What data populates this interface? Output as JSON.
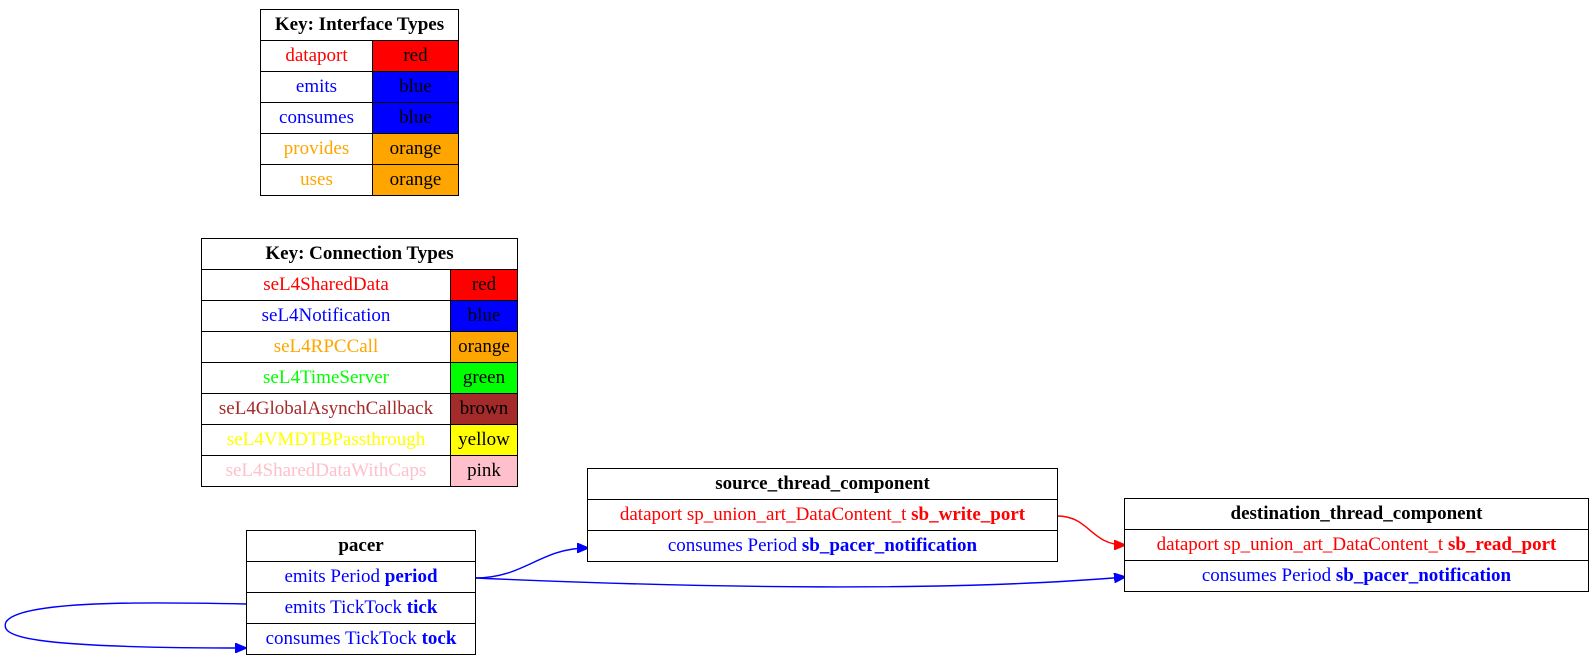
{
  "key_interface": {
    "title": "Key: Interface Types",
    "rows": [
      {
        "label": "dataport",
        "color_name": "red",
        "color": "#ff0000"
      },
      {
        "label": "emits",
        "color_name": "blue",
        "color": "#0000ff"
      },
      {
        "label": "consumes",
        "color_name": "blue",
        "color": "#0000ff"
      },
      {
        "label": "provides",
        "color_name": "orange",
        "color": "#ffa500"
      },
      {
        "label": "uses",
        "color_name": "orange",
        "color": "#ffa500"
      }
    ]
  },
  "key_connection": {
    "title": "Key: Connection Types",
    "rows": [
      {
        "label": "seL4SharedData",
        "color_name": "red",
        "color": "#ff0000"
      },
      {
        "label": "seL4Notification",
        "color_name": "blue",
        "color": "#0000ff"
      },
      {
        "label": "seL4RPCCall",
        "color_name": "orange",
        "color": "#ffa500"
      },
      {
        "label": "seL4TimeServer",
        "color_name": "green",
        "color": "#00ff00"
      },
      {
        "label": "seL4GlobalAsynchCallback",
        "color_name": "brown",
        "color": "#a52a2a"
      },
      {
        "label": "seL4VMDTBPassthrough",
        "color_name": "yellow",
        "color": "#ffff00"
      },
      {
        "label": "seL4SharedDataWithCaps",
        "color_name": "pink",
        "color": "#ffc0cb"
      }
    ]
  },
  "pacer": {
    "title": "pacer",
    "ports": [
      {
        "kind": "emits",
        "type": "Period",
        "name": "period",
        "color": "#0000ff"
      },
      {
        "kind": "emits",
        "type": "TickTock",
        "name": "tick",
        "color": "#0000ff"
      },
      {
        "kind": "consumes",
        "type": "TickTock",
        "name": "tock",
        "color": "#0000ff"
      }
    ]
  },
  "source": {
    "title": "source_thread_component",
    "ports": [
      {
        "kind": "dataport",
        "type": "sp_union_art_DataContent_t",
        "name": "sb_write_port",
        "color": "#ff0000"
      },
      {
        "kind": "consumes",
        "type": "Period",
        "name": "sb_pacer_notification",
        "color": "#0000ff"
      }
    ]
  },
  "destination": {
    "title": "destination_thread_component",
    "ports": [
      {
        "kind": "dataport",
        "type": "sp_union_art_DataContent_t",
        "name": "sb_read_port",
        "color": "#ff0000"
      },
      {
        "kind": "consumes",
        "type": "Period",
        "name": "sb_pacer_notification",
        "color": "#0000ff"
      }
    ]
  },
  "edge_colors": {
    "notification": "#0000ff",
    "shared_data": "#ff0000"
  }
}
